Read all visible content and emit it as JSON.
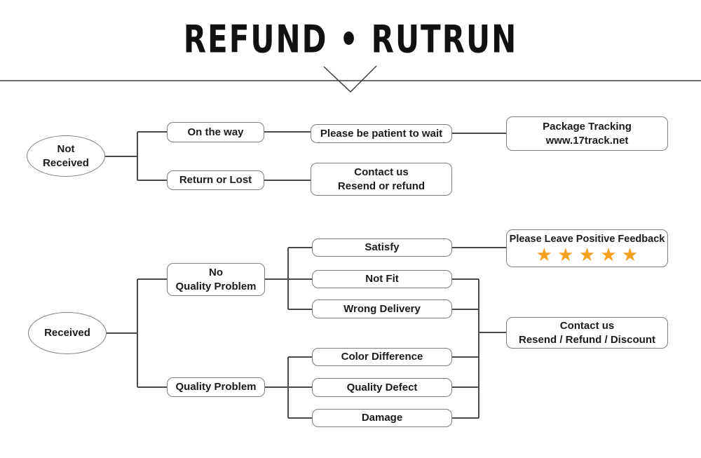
{
  "title": "REFUND • RUTRUN",
  "colors": {
    "star": "#F5A01E",
    "box_border": "#7e7e7e",
    "connector": "#4a4a4a",
    "text": "#1b1b1b",
    "rule": "#3f3f3f"
  },
  "nodes": {
    "not_received": {
      "line1": "Not",
      "line2": "Received"
    },
    "received": {
      "label": "Received"
    },
    "on_the_way": {
      "label": "On the way"
    },
    "return_or_lost": {
      "label": "Return or Lost"
    },
    "be_patient": {
      "label": "Please be patient to wait"
    },
    "package_tracking": {
      "line1": "Package Tracking",
      "line2": "www.17track.net"
    },
    "contact_not_received": {
      "line1": "Contact us",
      "line2": "Resend or refund"
    },
    "no_quality_problem": {
      "line1": "No",
      "line2": "Quality Problem"
    },
    "quality_problem": {
      "label": "Quality Problem"
    },
    "satisfy": {
      "label": "Satisfy"
    },
    "not_fit": {
      "label": "Not Fit"
    },
    "wrong_delivery": {
      "label": "Wrong Delivery"
    },
    "color_difference": {
      "label": "Color Difference"
    },
    "quality_defect": {
      "label": "Quality Defect"
    },
    "damage": {
      "label": "Damage"
    },
    "positive_feedback": {
      "label": "Please Leave Positive Feedback",
      "stars": "★★★★★"
    },
    "contact_received": {
      "line1": "Contact us",
      "line2": "Resend / Refund / Discount"
    }
  }
}
